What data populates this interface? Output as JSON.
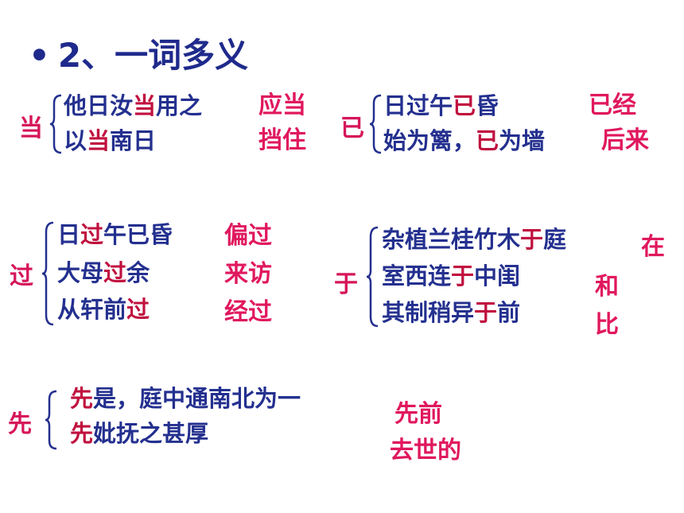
{
  "title": {
    "bullet": "•",
    "text": "2、一词多义"
  },
  "groups": {
    "dang": {
      "head": "当",
      "lines": [
        {
          "pre": "他日汝",
          "hl": "当",
          "post": "用之"
        },
        {
          "pre": "以",
          "hl": "当",
          "post": "南日"
        }
      ],
      "meanings": [
        "应当",
        "挡住"
      ]
    },
    "yi": {
      "head": "已",
      "lines": [
        {
          "pre": "日过午",
          "hl": "已",
          "post": "昏"
        },
        {
          "pre": "始为篱，",
          "hl": "已",
          "post": "为墙"
        }
      ],
      "meanings": [
        "已经",
        "后来"
      ]
    },
    "guo": {
      "head": "过",
      "lines": [
        {
          "pre": "日",
          "hl": "过",
          "post": "午已昏"
        },
        {
          "pre": "大母",
          "hl": "过",
          "post": "余"
        },
        {
          "pre": "从轩前",
          "hl": "过",
          "post": ""
        }
      ],
      "meanings": [
        "偏过",
        "来访",
        "经过"
      ]
    },
    "yu": {
      "head": "于",
      "lines": [
        {
          "pre": "杂植兰桂竹木",
          "hl": "于",
          "post": "庭"
        },
        {
          "pre": "室西连",
          "hl": "于",
          "post": "中闺"
        },
        {
          "pre": "其制稍异",
          "hl": "于",
          "post": "前"
        }
      ],
      "meanings": [
        "在",
        "和",
        "比"
      ]
    },
    "xian": {
      "head": "先",
      "lines": [
        {
          "pre": "",
          "hl": "先",
          "post": "是，庭中通南北为一"
        },
        {
          "pre": "",
          "hl": "先",
          "post": "妣抚之甚厚"
        }
      ],
      "meanings": [
        "先前",
        "去世的"
      ]
    }
  },
  "colors": {
    "title": "#1f2a8c",
    "text": "#24308f",
    "highlight": "#c0113f",
    "meaning": "#e0185e",
    "head": "#d6165a"
  }
}
